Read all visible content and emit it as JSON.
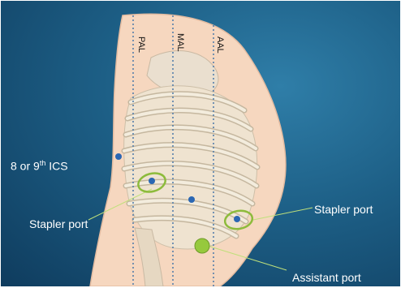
{
  "line_labels": {
    "pal": "PAL",
    "mal": "MAL",
    "aal": "AAL"
  },
  "annotations": {
    "ics_prefix": "8 or 9",
    "ics_sup": "th",
    "ics_suffix": " ICS",
    "stapler_left": "Stapler port",
    "stapler_right": "Stapler port",
    "assistant": "Assistant port"
  },
  "colors": {
    "background": "#1d5f86",
    "skin": "#f6d7bf",
    "rib": "#e9e1cd",
    "port_dot": "#2b67b3",
    "ring": "#8dbb3c",
    "assistant_port": "#96c93d"
  }
}
